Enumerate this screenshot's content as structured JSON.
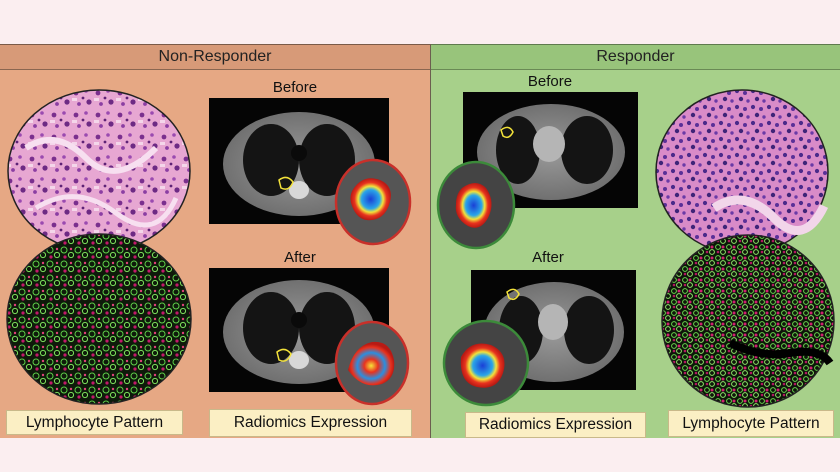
{
  "left": {
    "title": "Non-Responder",
    "before_label": "Before",
    "after_label": "After",
    "box_left": "Lymphocyte Pattern",
    "box_right": "Radiomics Expression"
  },
  "right": {
    "title": "Responder",
    "before_label": "Before",
    "after_label": "After",
    "box_left": "Radiomics Expression",
    "box_right": "Lymphocyte Pattern"
  },
  "colors": {
    "left_bg": "#e6a884",
    "right_bg": "#a7d08a",
    "label_box": "#fbefc4",
    "tumor_outline": "#f3e23a",
    "red_ring": "#c8302a",
    "green_ring": "#3c8a3a"
  }
}
